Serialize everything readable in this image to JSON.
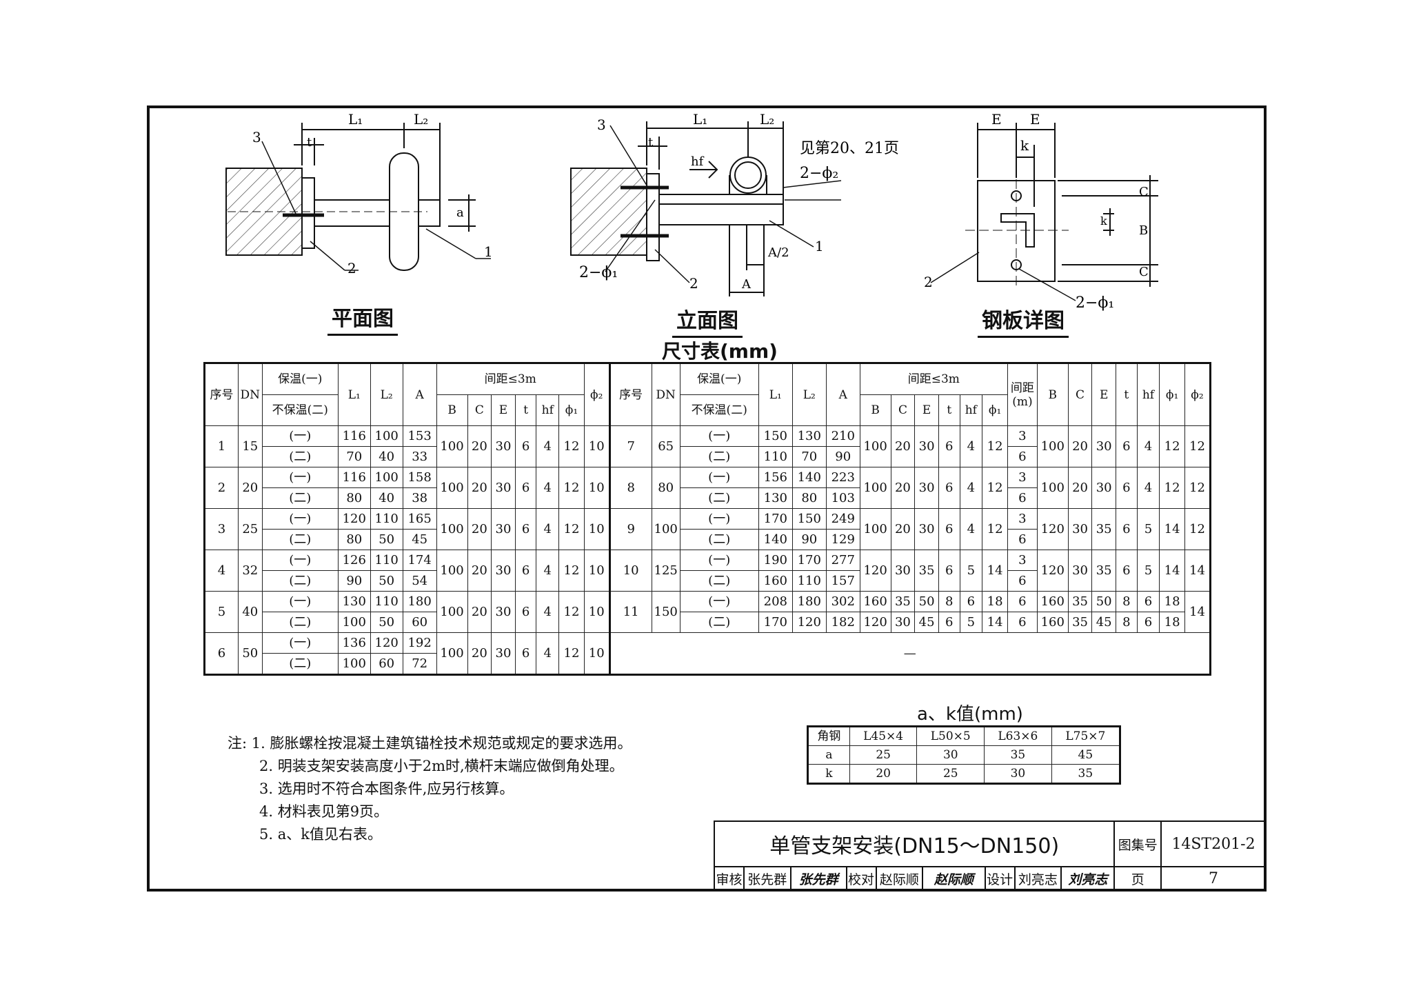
{
  "drawings": {
    "plan": {
      "title": "平面图",
      "L1": "L₁",
      "L2": "L₂",
      "t": "t",
      "a": "a",
      "callout_1": "1",
      "callout_2": "2",
      "callout_3": "3"
    },
    "elevation": {
      "title": "立面图",
      "L1": "L₁",
      "L2": "L₂",
      "t": "t",
      "hf": "hf",
      "A": "A",
      "A_half": "A/2",
      "see_page": "见第20、21页",
      "phi1": "2−ϕ₁",
      "phi2": "2−ϕ₂",
      "callout_1": "1",
      "callout_2": "2",
      "callout_3": "3"
    },
    "plate": {
      "title": "钢板详图",
      "E": "E",
      "k": "k",
      "C": "C",
      "B": "B",
      "phi1": "2−ϕ₁",
      "callout_2": "2"
    }
  },
  "dim_table": {
    "title": "尺寸表(mm)",
    "headers": {
      "seq": "序号",
      "dn": "DN",
      "insul_yes": "保温(一)",
      "insul_no": "不保温(二)",
      "L1": "L₁",
      "L2": "L₂",
      "A": "A",
      "spacing": "间距≤3m",
      "spacing_m": "间距(m)",
      "B": "B",
      "C": "C",
      "E": "E",
      "t": "t",
      "hf": "hf",
      "phi1": "ϕ₁",
      "phi2": "ϕ₂"
    },
    "left_rows": [
      {
        "seq": "1",
        "dn": "15",
        "r1": [
          "(一)",
          "116",
          "100",
          "153"
        ],
        "r2": [
          "(二)",
          "70",
          "40",
          "33"
        ],
        "B": "100",
        "C": "20",
        "E": "30",
        "t": "6",
        "hf": "4",
        "phi1": "12",
        "phi2": "10"
      },
      {
        "seq": "2",
        "dn": "20",
        "r1": [
          "(一)",
          "116",
          "100",
          "158"
        ],
        "r2": [
          "(二)",
          "80",
          "40",
          "38"
        ],
        "B": "100",
        "C": "20",
        "E": "30",
        "t": "6",
        "hf": "4",
        "phi1": "12",
        "phi2": "10"
      },
      {
        "seq": "3",
        "dn": "25",
        "r1": [
          "(一)",
          "120",
          "110",
          "165"
        ],
        "r2": [
          "(二)",
          "80",
          "50",
          "45"
        ],
        "B": "100",
        "C": "20",
        "E": "30",
        "t": "6",
        "hf": "4",
        "phi1": "12",
        "phi2": "10"
      },
      {
        "seq": "4",
        "dn": "32",
        "r1": [
          "(一)",
          "126",
          "110",
          "174"
        ],
        "r2": [
          "(二)",
          "90",
          "50",
          "54"
        ],
        "B": "100",
        "C": "20",
        "E": "30",
        "t": "6",
        "hf": "4",
        "phi1": "12",
        "phi2": "10"
      },
      {
        "seq": "5",
        "dn": "40",
        "r1": [
          "(一)",
          "130",
          "110",
          "180"
        ],
        "r2": [
          "(二)",
          "100",
          "50",
          "60"
        ],
        "B": "100",
        "C": "20",
        "E": "30",
        "t": "6",
        "hf": "4",
        "phi1": "12",
        "phi2": "10"
      },
      {
        "seq": "6",
        "dn": "50",
        "r1": [
          "(一)",
          "136",
          "120",
          "192"
        ],
        "r2": [
          "(二)",
          "100",
          "60",
          "72"
        ],
        "B": "100",
        "C": "20",
        "E": "30",
        "t": "6",
        "hf": "4",
        "phi1": "12",
        "phi2": "10"
      }
    ],
    "right_rows": [
      {
        "seq": "7",
        "dn": "65",
        "r1": [
          "(一)",
          "150",
          "130",
          "210"
        ],
        "r2": [
          "(二)",
          "110",
          "70",
          "90"
        ],
        "B": "100",
        "C": "20",
        "E": "30",
        "t": "6",
        "hf": "4",
        "phi1": "12",
        "m1": "3",
        "m2": "6",
        "B2": "100",
        "C2": "20",
        "E2": "30",
        "t2": "6",
        "hf2": "4",
        "phi12": "12",
        "phi2": "12"
      },
      {
        "seq": "8",
        "dn": "80",
        "r1": [
          "(一)",
          "156",
          "140",
          "223"
        ],
        "r2": [
          "(二)",
          "130",
          "80",
          "103"
        ],
        "B": "100",
        "C": "20",
        "E": "30",
        "t": "6",
        "hf": "4",
        "phi1": "12",
        "m1": "3",
        "m2": "6",
        "B2": "100",
        "C2": "20",
        "E2": "30",
        "t2": "6",
        "hf2": "4",
        "phi12": "12",
        "phi2": "12"
      },
      {
        "seq": "9",
        "dn": "100",
        "r1": [
          "(一)",
          "170",
          "150",
          "249"
        ],
        "r2": [
          "(二)",
          "140",
          "90",
          "129"
        ],
        "B": "100",
        "C": "20",
        "E": "30",
        "t": "6",
        "hf": "4",
        "phi1": "12",
        "m1": "3",
        "m2": "6",
        "B2": "120",
        "C2": "30",
        "E2": "35",
        "t2": "6",
        "hf2": "5",
        "phi12": "14",
        "phi2": "12"
      },
      {
        "seq": "10",
        "dn": "125",
        "r1": [
          "(一)",
          "190",
          "170",
          "277"
        ],
        "r2": [
          "(二)",
          "160",
          "110",
          "157"
        ],
        "B": "120",
        "C": "30",
        "E": "35",
        "t": "6",
        "hf": "5",
        "phi1": "14",
        "m1": "3",
        "m2": "6",
        "B2": "120",
        "C2": "30",
        "E2": "35",
        "t2": "6",
        "hf2": "5",
        "phi12": "14",
        "phi2": "14"
      },
      {
        "seq": "11",
        "dn": "150",
        "r1": [
          "(一)",
          "208",
          "180",
          "302",
          "160",
          "35",
          "50",
          "8",
          "6",
          "18",
          "6",
          "160",
          "35",
          "50",
          "8",
          "6",
          "18"
        ],
        "r2": [
          "(二)",
          "170",
          "120",
          "182",
          "120",
          "30",
          "45",
          "6",
          "5",
          "14",
          "6",
          "160",
          "35",
          "45",
          "8",
          "6",
          "18"
        ],
        "phi2": "14"
      }
    ],
    "empty_mark": "—"
  },
  "ak_table": {
    "title": "a、k值(mm)",
    "header": [
      "角钢",
      "L45×4",
      "L50×5",
      "L63×6",
      "L75×7"
    ],
    "row_a": [
      "a",
      "25",
      "30",
      "35",
      "45"
    ],
    "row_k": [
      "k",
      "20",
      "25",
      "30",
      "35"
    ]
  },
  "notes": [
    "注: 1. 膨胀螺栓按混凝土建筑锚栓技术规范或规定的要求选用。",
    "2. 明装支架安装高度小于2m时,横杆末端应做倒角处理。",
    "3. 选用时不符合本图条件,应另行核算。",
    "4. 材料表见第9页。",
    "5. a、k值见右表。"
  ],
  "title_block": {
    "drawing_title": "单管支架安装(DN15～DN150)",
    "atlas_label": "图集号",
    "atlas_no": "14ST201-2",
    "review_label": "审核",
    "reviewer": "张先群",
    "reviewer_sig": "张先群",
    "check_label": "校对",
    "checker": "赵际顺",
    "checker_sig": "赵际顺",
    "design_label": "设计",
    "designer": "刘亮志",
    "designer_sig": "刘亮志",
    "page_label": "页",
    "page_no": "7"
  }
}
